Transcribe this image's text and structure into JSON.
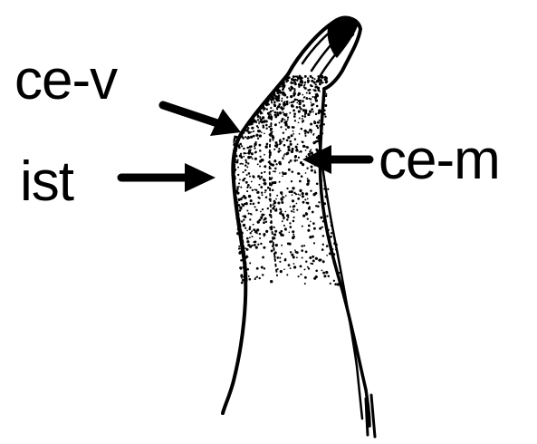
{
  "labels": {
    "ce_v": "ce-v",
    "ist": "ist",
    "ce_m": "ce-m"
  },
  "colors": {
    "ink": "#000000",
    "background": "#ffffff"
  }
}
